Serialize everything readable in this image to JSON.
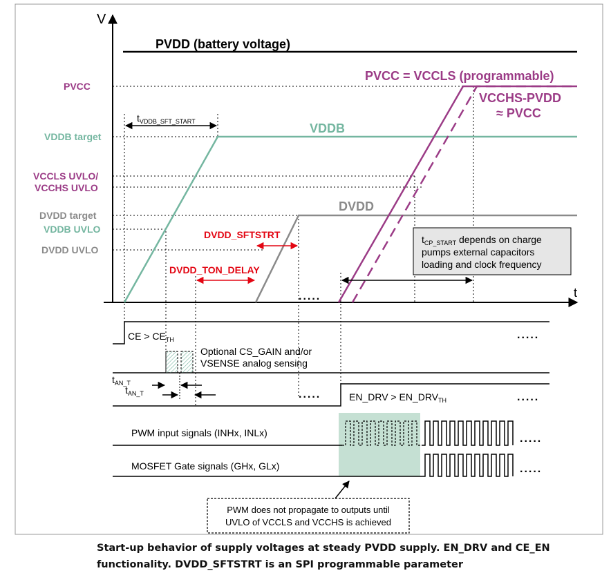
{
  "axis": {
    "y_label": "V",
    "x_label": "t"
  },
  "levels": {
    "pvcc": "PVCC",
    "vddb_target": "VDDB target",
    "vccls_uvlo": "VCCLS UVLO/",
    "vcchs_uvlo": "VCCHS UVLO",
    "dvdd_target": "DVDD target",
    "vddb_uvlo": "VDDB UVLO",
    "dvdd_uvlo": "DVDD UVLO"
  },
  "curves": {
    "pvdd": "PVDD (battery voltage)",
    "vddb": "VDDB",
    "dvdd": "DVDD",
    "pvcc_eq": "PVCC = VCCLS (programmable)",
    "vcchs_pvdd": "VCCHS-PVDD",
    "approx_pvcc": "≈ PVCC"
  },
  "timing": {
    "t_vddb_main": "t",
    "t_vddb_sub": "VDDB_SFT_START",
    "dvdd_sftstrt": "DVDD_SFTSTRT",
    "dvdd_ton_delay": "DVDD_TON_DELAY",
    "t_an_main": "t",
    "t_an_sub": "AN_T",
    "ellipsis": "....."
  },
  "tcp_note": {
    "main": "t",
    "sub": "CP_START",
    "line1_rest": " depends on charge",
    "line2": "pumps external capacitors",
    "line3": "loading and clock frequency"
  },
  "signals": {
    "ce_main": "CE > CE",
    "ce_sub": "TH",
    "optional_line1": "Optional CS_GAIN and/or",
    "optional_line2": "VSENSE analog sensing",
    "en_drv_main": "EN_DRV > EN_DRV",
    "en_drv_sub": "TH",
    "pwm_input": "PWM input signals (INHx, INLx)",
    "mosfet_gate": "MOSFET Gate signals (GHx, GLx)"
  },
  "note_box": {
    "line1": "PWM does not propagate to outputs until",
    "line2": "UVLO of VCCLS and VCCHS is achieved"
  },
  "colors": {
    "vddb": "#74b6a0",
    "dvdd": "#8a8a8a",
    "pvcc": "#9b3b86",
    "red": "#e30613",
    "black": "#000000",
    "shade": "#c5e0d3",
    "note_bg": "#e6e6e6"
  },
  "caption": {
    "line1": "Start-up behavior of supply voltages at steady PVDD supply. EN_DRV and CE_EN",
    "line2": "functionality. DVDD_SFTSTRT is an SPI programmable parameter"
  }
}
